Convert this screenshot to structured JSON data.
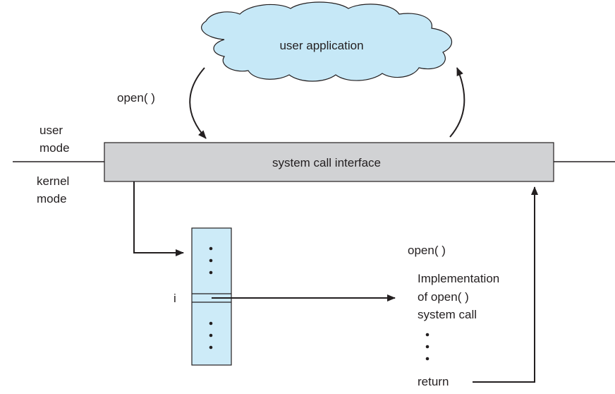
{
  "cloud": {
    "label": "user application"
  },
  "call_label": "open( )",
  "user_mode_label": [
    "user",
    "mode"
  ],
  "kernel_mode_label": [
    "kernel",
    "mode"
  ],
  "interface_label": "system call interface",
  "table_index_label": "i",
  "implementation": {
    "name": "open( )",
    "lines": [
      "Implementation",
      "of open( )",
      "system call"
    ],
    "return_label": "return"
  },
  "colors": {
    "cloud_fill": "#c6e8f7",
    "interface_fill": "#d1d2d4",
    "table_fill": "#cdebf8",
    "stroke": "#231f20"
  }
}
